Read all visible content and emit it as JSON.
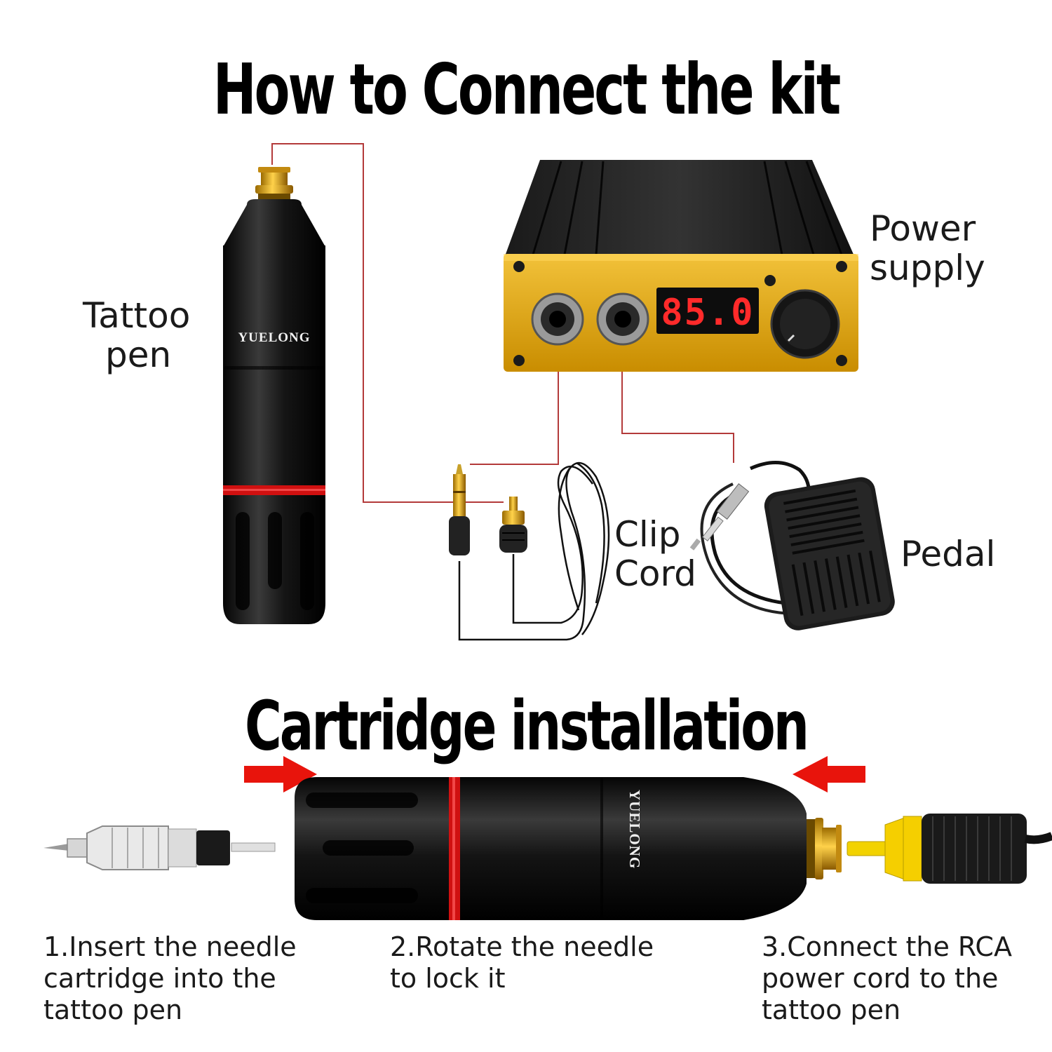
{
  "titles": {
    "connect": "How to Connect the kit",
    "cartridge": "Cartridge installation"
  },
  "labels": {
    "tattoo_pen": [
      "Tattoo",
      "pen"
    ],
    "power_supply": [
      "Power",
      "supply"
    ],
    "clip_cord": [
      "Clip",
      "Cord"
    ],
    "pedal": "Pedal"
  },
  "brand": "YUELONG",
  "display_reading": "85.0",
  "steps": [
    [
      "1.Insert the needle",
      "cartridge into the",
      "tattoo pen"
    ],
    [
      "2.Rotate the needle",
      "to lock it"
    ],
    [
      "3.Connect the RCA",
      "power cord to the",
      "tattoo pen"
    ]
  ],
  "colors": {
    "connector_line": "#b33a3a",
    "arrow": "#e8140c",
    "power_supply_body": "#e2a80a",
    "pen_accent": "#d01010",
    "led": "#ff2a2a"
  }
}
